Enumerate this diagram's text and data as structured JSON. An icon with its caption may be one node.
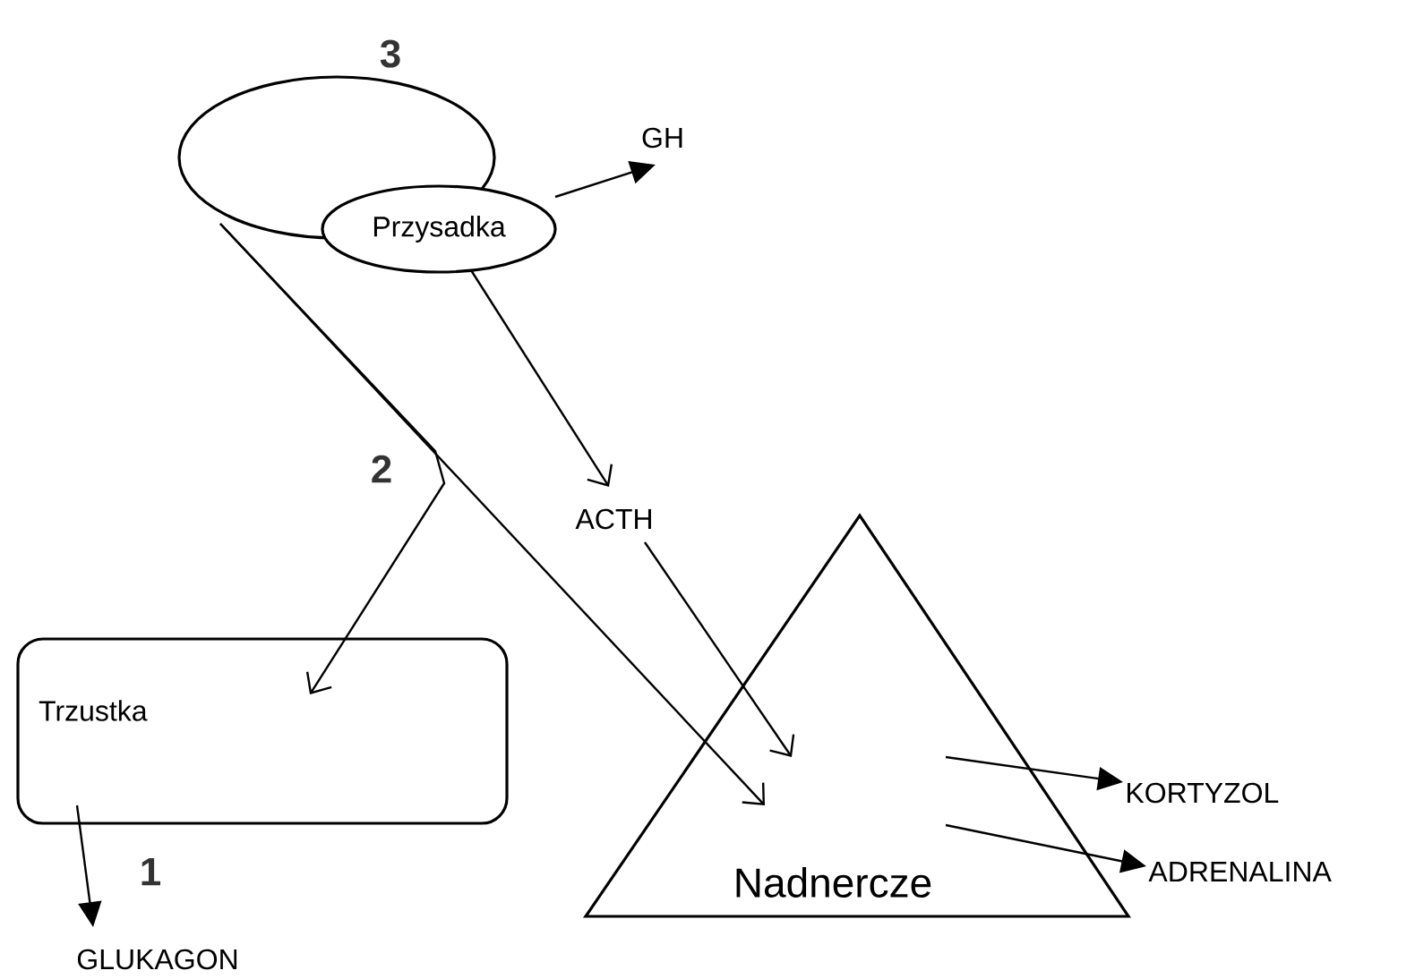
{
  "diagram": {
    "nodes": [
      {
        "text": [],
        "shape": "ellipse"
      },
      {
        "text": [
          "Przysadka"
        ]
      },
      {
        "text": [
          "GH"
        ]
      },
      {
        "text": [
          "ACTH"
        ]
      },
      {
        "text": [
          "Trzustka"
        ]
      },
      {
        "text": [
          "Nadnercze"
        ]
      },
      {
        "text": [
          "GLUKAGON"
        ]
      },
      {
        "text": [
          "KORTYZOL"
        ]
      },
      {
        "text": [
          "ADRENALINA"
        ]
      }
    ],
    "edges": [
      {
        "from": 1,
        "to": 2,
        "arrow": "to"
      },
      {
        "from": 1,
        "to": 3,
        "arrow": "to"
      },
      {
        "from": 3,
        "to": 5,
        "arrow": "to"
      },
      {
        "from": 0,
        "to": 5,
        "arrow": "to"
      },
      {
        "from": 0,
        "to": 4,
        "arrow": "to"
      },
      {
        "from": 4,
        "to": 6,
        "arrow": "to"
      },
      {
        "from": 5,
        "to": 7,
        "arrow": "to"
      },
      {
        "from": 5,
        "to": 8,
        "arrow": "to"
      }
    ],
    "labels": [
      "3",
      "2",
      "1"
    ]
  }
}
